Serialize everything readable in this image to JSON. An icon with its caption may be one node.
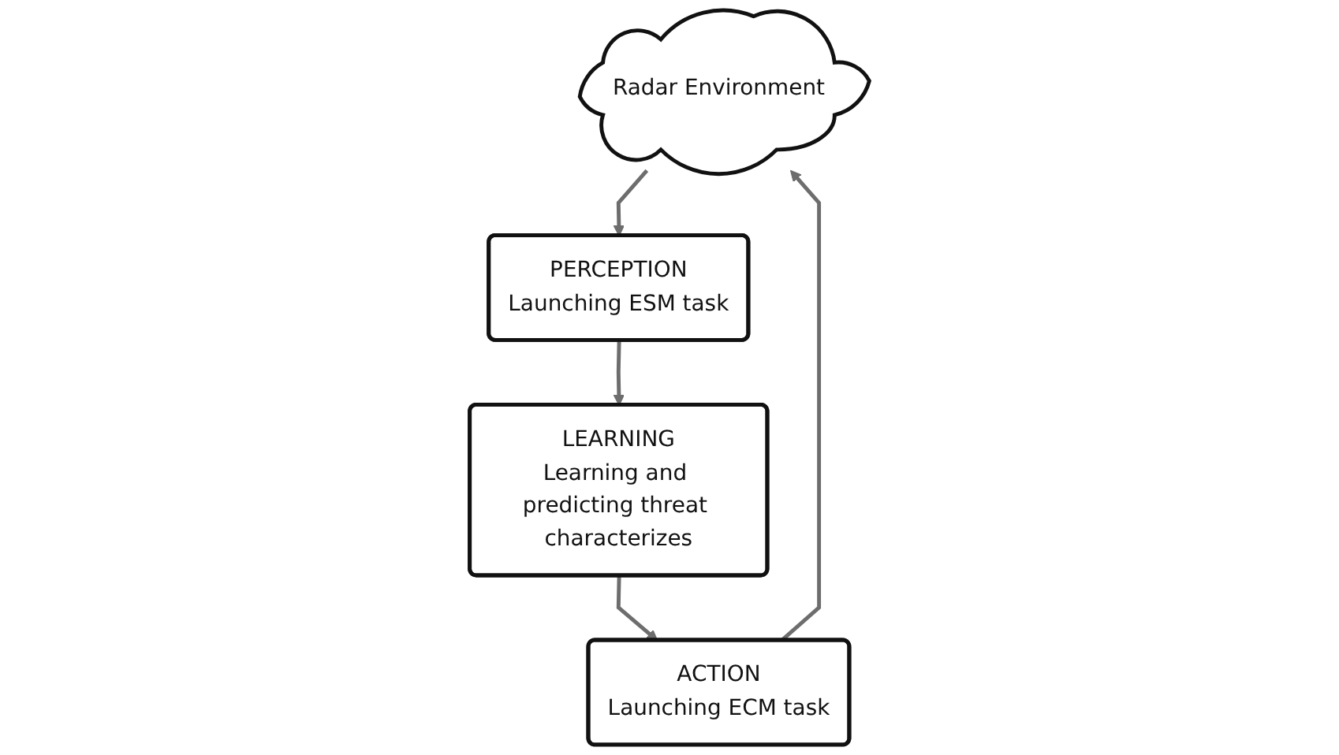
{
  "diagram": {
    "nodes": [
      {
        "text": [
          "Radar Environment"
        ]
      },
      {
        "text": [
          "PERCEPTION",
          "Launching ESM task"
        ]
      },
      {
        "text": [
          "LEARNING",
          "Learning and predicting threat characterizes"
        ]
      },
      {
        "text": [
          "ACTION",
          "Launching ECM task"
        ]
      }
    ],
    "edges": [
      {
        "from": 0,
        "to": 1,
        "arrow": "to"
      },
      {
        "from": 1,
        "to": 2,
        "arrow": "to"
      },
      {
        "from": 2,
        "to": 3,
        "arrow": "to"
      },
      {
        "from": 3,
        "to": 0,
        "arrow": "to"
      }
    ]
  }
}
